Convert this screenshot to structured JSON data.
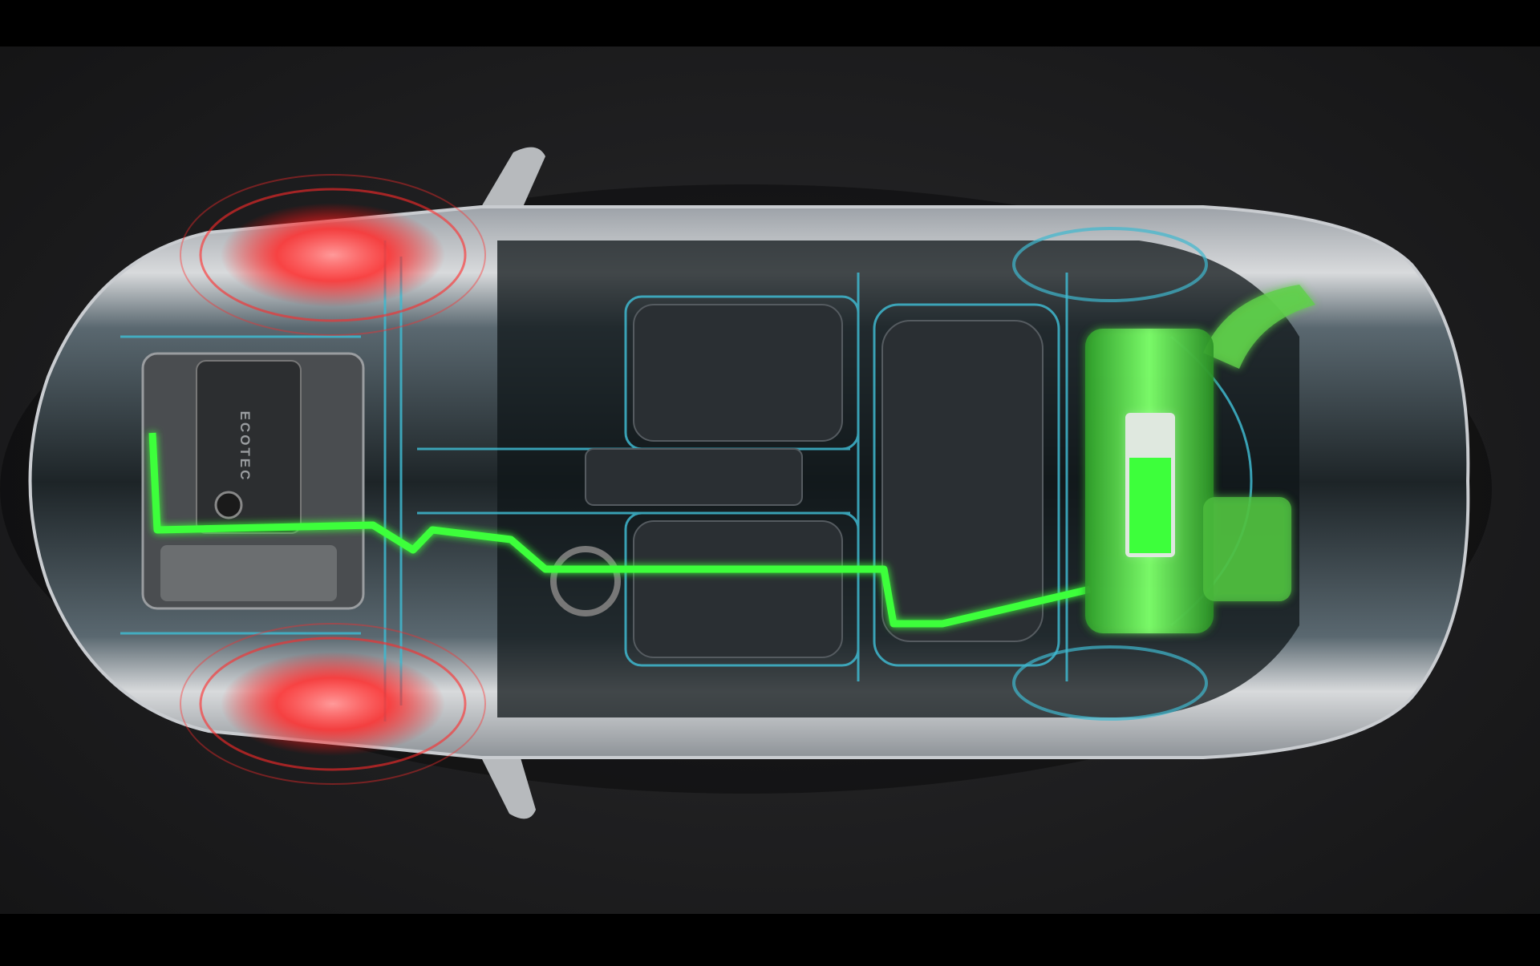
{
  "image": {
    "subject": "hybrid-car-xray-top-view",
    "engine_logo_text": "ECOTEC",
    "colors": {
      "background": "#1f1f21",
      "letterbox": "#000000",
      "body_silver": "#b9bcc0",
      "xray_cyan": "#3fb8cf",
      "brake_glow_red": "#ff3030",
      "energy_green": "#3dff3a"
    },
    "battery_charge_fraction": 0.7
  }
}
